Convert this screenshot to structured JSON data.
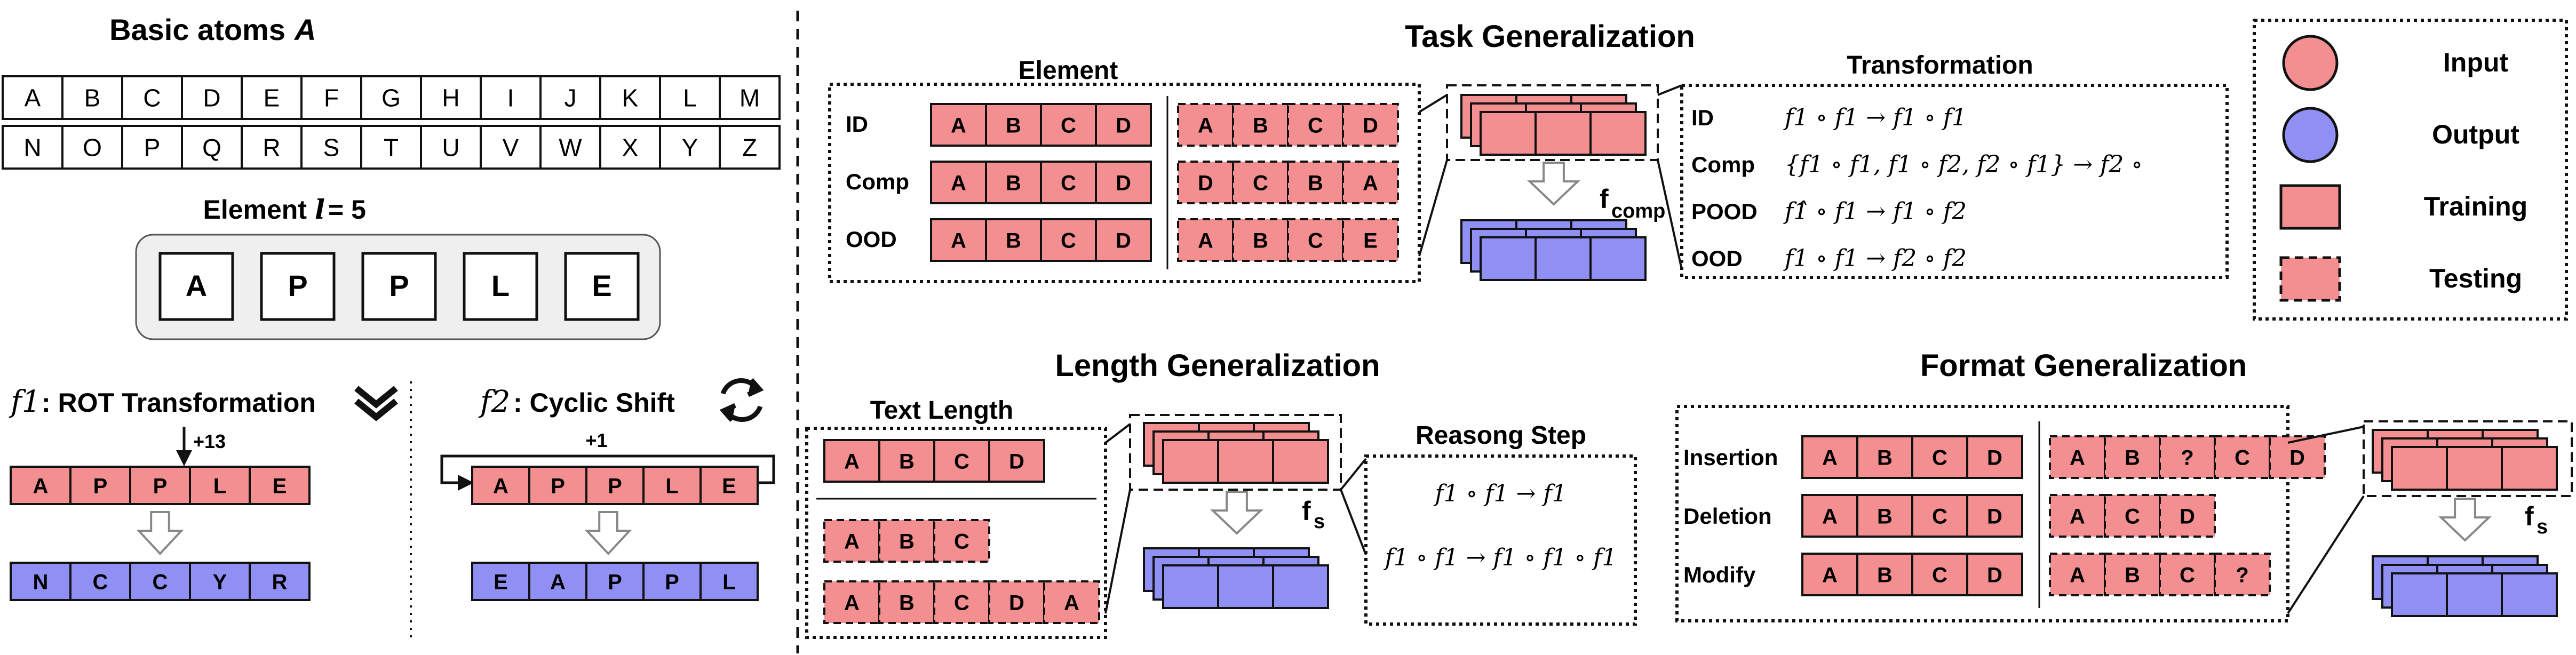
{
  "colors": {
    "input": "#f48f91",
    "output": "#8f8ff4",
    "stroke": "#111111",
    "panel_bg": "#efefef",
    "arrow_gray": "#888888"
  },
  "left": {
    "basic_title": "Basic atoms",
    "basic_var": "A",
    "alphabet_row1": [
      "A",
      "B",
      "C",
      "D",
      "E",
      "F",
      "G",
      "H",
      "I",
      "J",
      "K",
      "L",
      "M"
    ],
    "alphabet_row2": [
      "N",
      "O",
      "P",
      "Q",
      "R",
      "S",
      "T",
      "U",
      "V",
      "W",
      "X",
      "Y",
      "Z"
    ],
    "element_title": "Element",
    "element_var": "l",
    "element_eq": "= 5",
    "apple": [
      "A",
      "P",
      "P",
      "L",
      "E"
    ],
    "f1_name": "f1",
    "f1_label": ": ROT Transformation",
    "f1_shift": "+13",
    "f1_input": [
      "A",
      "P",
      "P",
      "L",
      "E"
    ],
    "f1_output": [
      "N",
      "C",
      "C",
      "Y",
      "R"
    ],
    "f2_name": "f2",
    "f2_label": ": Cyclic Shift",
    "f2_shift": "+1",
    "f2_input": [
      "A",
      "P",
      "P",
      "L",
      "E"
    ],
    "f2_output": [
      "E",
      "A",
      "P",
      "P",
      "L"
    ]
  },
  "task": {
    "title": "Task Generalization",
    "element_header": "Element",
    "rows": [
      {
        "label": "ID",
        "train": [
          "A",
          "B",
          "C",
          "D"
        ],
        "test": [
          "A",
          "B",
          "C",
          "D"
        ]
      },
      {
        "label": "Comp",
        "train": [
          "A",
          "B",
          "C",
          "D"
        ],
        "test": [
          "D",
          "C",
          "B",
          "A"
        ]
      },
      {
        "label": "OOD",
        "train": [
          "A",
          "B",
          "C",
          "D"
        ],
        "test": [
          "A",
          "B",
          "C",
          "E"
        ]
      }
    ],
    "func_main": "f",
    "func_sub": "comp",
    "transform_header": "Transformation",
    "transforms": [
      {
        "label": "ID",
        "expr": "f1 ∘ f1 → f1 ∘ f1"
      },
      {
        "label": "Comp",
        "expr": "{f1 ∘ f1, f1 ∘ f2, f2 ∘ f1} → f2 ∘"
      },
      {
        "label": "POOD",
        "expr": "f1̂ ∘ f1 → f1 ∘ f2"
      },
      {
        "label": "OOD",
        "expr": "f1 ∘ f1 → f2 ∘ f2"
      }
    ]
  },
  "legend": {
    "items": [
      {
        "label": "Input"
      },
      {
        "label": "Output"
      },
      {
        "label": "Training"
      },
      {
        "label": "Testing"
      }
    ]
  },
  "length": {
    "title": "Length Generalization",
    "text_length_header": "Text Length",
    "train": [
      "A",
      "B",
      "C",
      "D"
    ],
    "test1": [
      "A",
      "B",
      "C"
    ],
    "test2": [
      "A",
      "B",
      "C",
      "D",
      "A"
    ],
    "func_main": "f",
    "func_sub": "s",
    "reason_header": "Reasong Step",
    "reason1": "f1 ∘ f1 → f1",
    "reason2": "f1 ∘ f1 → f1   ∘ f1 ∘ f1"
  },
  "format": {
    "title": "Format Generalization",
    "rows": [
      {
        "label": "Insertion",
        "train": [
          "A",
          "B",
          "C",
          "D"
        ],
        "test": [
          "A",
          "B",
          "?",
          "C",
          "D"
        ]
      },
      {
        "label": "Deletion",
        "train": [
          "A",
          "B",
          "C",
          "D"
        ],
        "test": [
          "A",
          "C",
          "D"
        ]
      },
      {
        "label": "Modify",
        "train": [
          "A",
          "B",
          "C",
          "D"
        ],
        "test": [
          "A",
          "B",
          "C",
          "?"
        ]
      }
    ],
    "func_main": "f",
    "func_sub": "s"
  }
}
